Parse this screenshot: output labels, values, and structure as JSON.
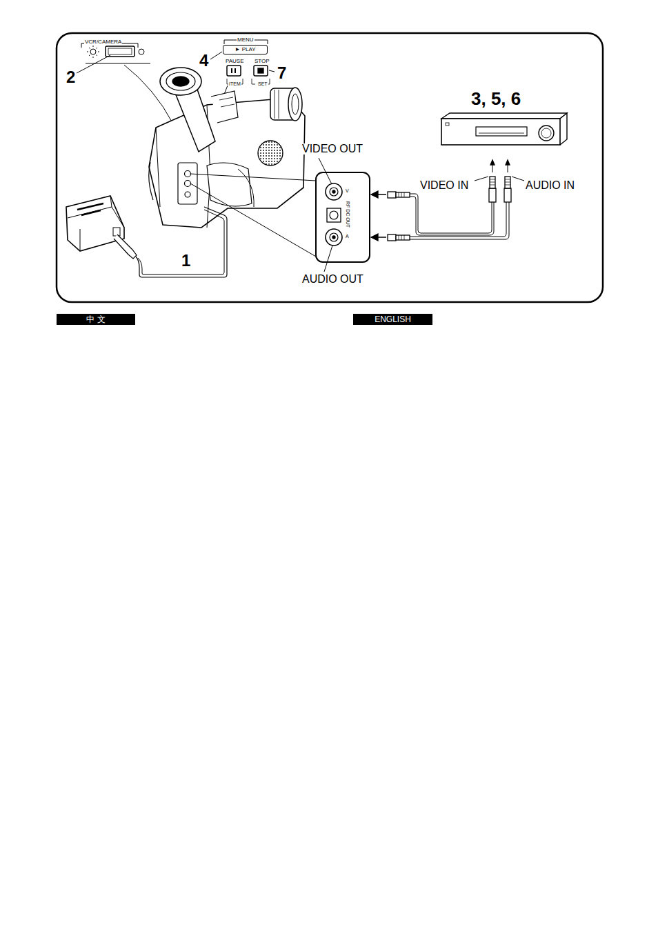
{
  "diagram": {
    "nodes": [
      {
        "text": [
          "► PLAY"
        ]
      },
      {
        "text": [
          "中 文"
        ]
      },
      {
        "text": [
          "ENGLISH"
        ]
      }
    ],
    "labels": [
      "VCR/CAMERA",
      "2",
      "MENU",
      "4",
      "PAUSE",
      "STOP",
      "ITEM",
      "SET",
      "7",
      "3, 5, 6",
      "VIDEO OUT",
      "VIDEO IN",
      "AUDIO IN",
      "V",
      "RF DC OUT",
      "A",
      "1",
      "AUDIO OUT"
    ]
  }
}
